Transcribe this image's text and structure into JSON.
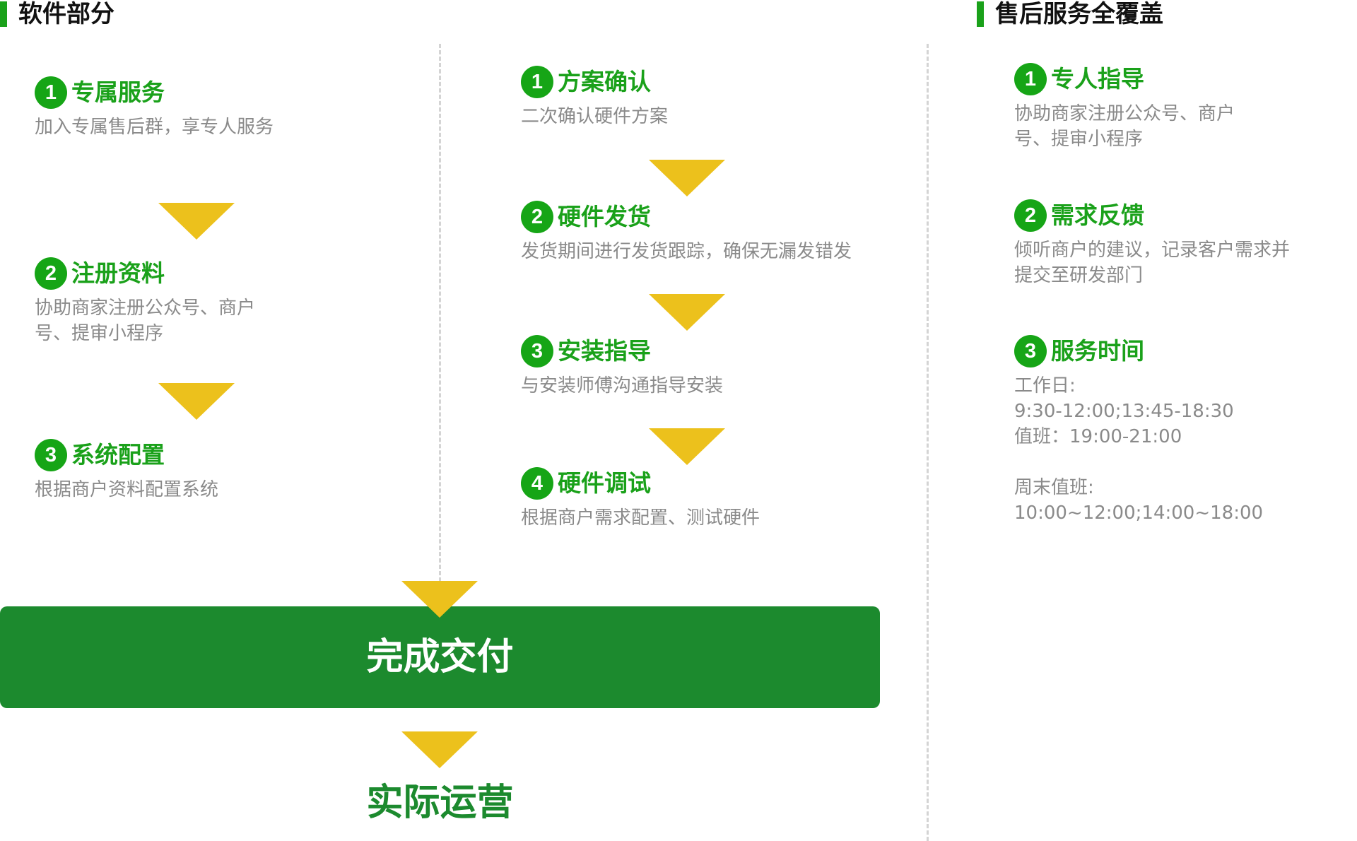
{
  "left_section": {
    "title": "软件部分",
    "steps": [
      {
        "num": "1",
        "title": "专属服务",
        "desc": "加入专属售后群，享专人服务"
      },
      {
        "num": "2",
        "title": "注册资料",
        "desc": "协助商家注册公众号、商户\n号、提审小程序"
      },
      {
        "num": "3",
        "title": "系统配置",
        "desc": "根据商户资料配置系统"
      }
    ]
  },
  "middle_section": {
    "steps": [
      {
        "num": "1",
        "title": "方案确认",
        "desc": "二次确认硬件方案"
      },
      {
        "num": "2",
        "title": "硬件发货",
        "desc": "发货期间进行发货跟踪，确保无漏发错发"
      },
      {
        "num": "3",
        "title": "安装指导",
        "desc": "与安装师傅沟通指导安装"
      },
      {
        "num": "4",
        "title": "硬件调试",
        "desc": "根据商户需求配置、测试硬件"
      }
    ]
  },
  "right_section": {
    "title": "售后服务全覆盖",
    "steps": [
      {
        "num": "1",
        "title": "专人指导",
        "desc": "协助商家注册公众号、商户\n号、提审小程序"
      },
      {
        "num": "2",
        "title": "需求反馈",
        "desc": "倾听商户的建议，记录客户需求并\n提交至研发部门"
      },
      {
        "num": "3",
        "title": "服务时间",
        "desc": "工作日:\n9:30-12:00;13:45-18:30\n值班：19:00-21:00\n\n周末值班:\n10:00~12:00;14:00~18:00"
      }
    ]
  },
  "delivery": {
    "label": "完成交付"
  },
  "operation": {
    "label": "实际运营"
  },
  "colors": {
    "green": "#1aa11a",
    "dark_green": "#1c8a2e",
    "arrow_yellow": "#ecc11c",
    "desc_gray": "#8a8a8a"
  }
}
